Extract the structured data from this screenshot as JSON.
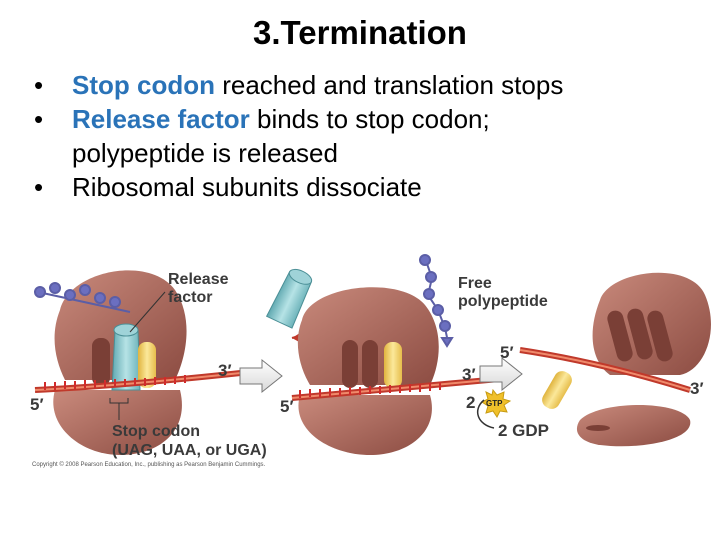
{
  "title": "3.Termination",
  "bullets": [
    {
      "highlight": "Stop codon",
      "rest": " reached and translation stops"
    },
    {
      "highlight": "Release factor",
      "rest": " binds to stop codon;"
    },
    {
      "highlight": "",
      "rest": "Ribosomal subunits dissociate"
    }
  ],
  "bullet2_cont": "polypeptide is released",
  "figure": {
    "release_factor_label_1": "Release",
    "release_factor_label_2": "factor",
    "free_polypeptide_label_1": "Free",
    "free_polypeptide_label_2": "polypeptide",
    "stop_codon_label_1": "Stop codon",
    "stop_codon_label_2": "(UAG, UAA, or UGA)",
    "three_prime": "3′",
    "five_prime": "5′",
    "gtp_count": "2",
    "gtp_label": "GTP",
    "gdp_label": "2 GDP"
  },
  "copyright": "Copyright © 2008 Pearson Education, Inc., publishing as Pearson Benjamin Cummings.",
  "colors": {
    "highlight": "#2a73b8",
    "ribosome": "#a9665a",
    "mrna": "#c0392b",
    "release_factor": "#7fc3c9",
    "trna": "#f1d06a"
  }
}
